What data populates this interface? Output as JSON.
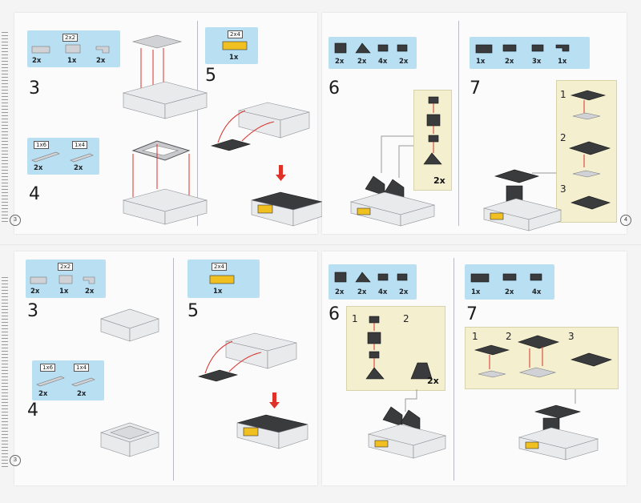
{
  "photo": {
    "description_icon": "instruction-booklet-icon"
  },
  "top": {
    "left_page": {
      "step3": {
        "number": "3",
        "parts": [
          {
            "tag": "2x2",
            "qty": ""
          },
          {
            "tag": "",
            "qty": "2x"
          },
          {
            "tag": "",
            "qty": "1x"
          },
          {
            "tag": "",
            "qty": "2x"
          }
        ]
      },
      "step4": {
        "number": "4",
        "parts": [
          {
            "tag": "1x6",
            "qty": "2x"
          },
          {
            "tag": "1x4",
            "qty": "2x"
          }
        ]
      },
      "step5": {
        "number": "5",
        "part_tag": "2x4",
        "part_qty": "1x"
      },
      "page_number": "3"
    },
    "right_page": {
      "step6": {
        "number": "6",
        "qtys": [
          "2x",
          "2x",
          "4x",
          "2x"
        ],
        "sub_badge": "2x"
      },
      "step7": {
        "number": "7",
        "qtys": [
          "1x",
          "2x",
          "3x",
          "1x"
        ],
        "sub_steps": [
          "1",
          "2",
          "3"
        ]
      },
      "page_number": "4"
    }
  },
  "bottom": {
    "left_page": {
      "step3": {
        "number": "3",
        "tag": "2x2",
        "qtys": [
          "2x",
          "1x",
          "2x"
        ]
      },
      "step4": {
        "number": "4",
        "tags": [
          "1x6",
          "1x4"
        ],
        "qtys": [
          "2x",
          "2x"
        ]
      },
      "step5": {
        "number": "5",
        "part_tag": "2x4",
        "part_qty": "1x"
      },
      "page_number": "3"
    },
    "right_page": {
      "step6": {
        "number": "6",
        "qtys": [
          "2x",
          "2x",
          "4x",
          "2x"
        ],
        "sub_steps": [
          "1",
          "2"
        ],
        "sub_badge": "2x"
      },
      "step7": {
        "number": "7",
        "qtys": [
          "1x",
          "2x",
          "4x"
        ],
        "sub_steps": [
          "1",
          "2",
          "3"
        ]
      }
    }
  }
}
